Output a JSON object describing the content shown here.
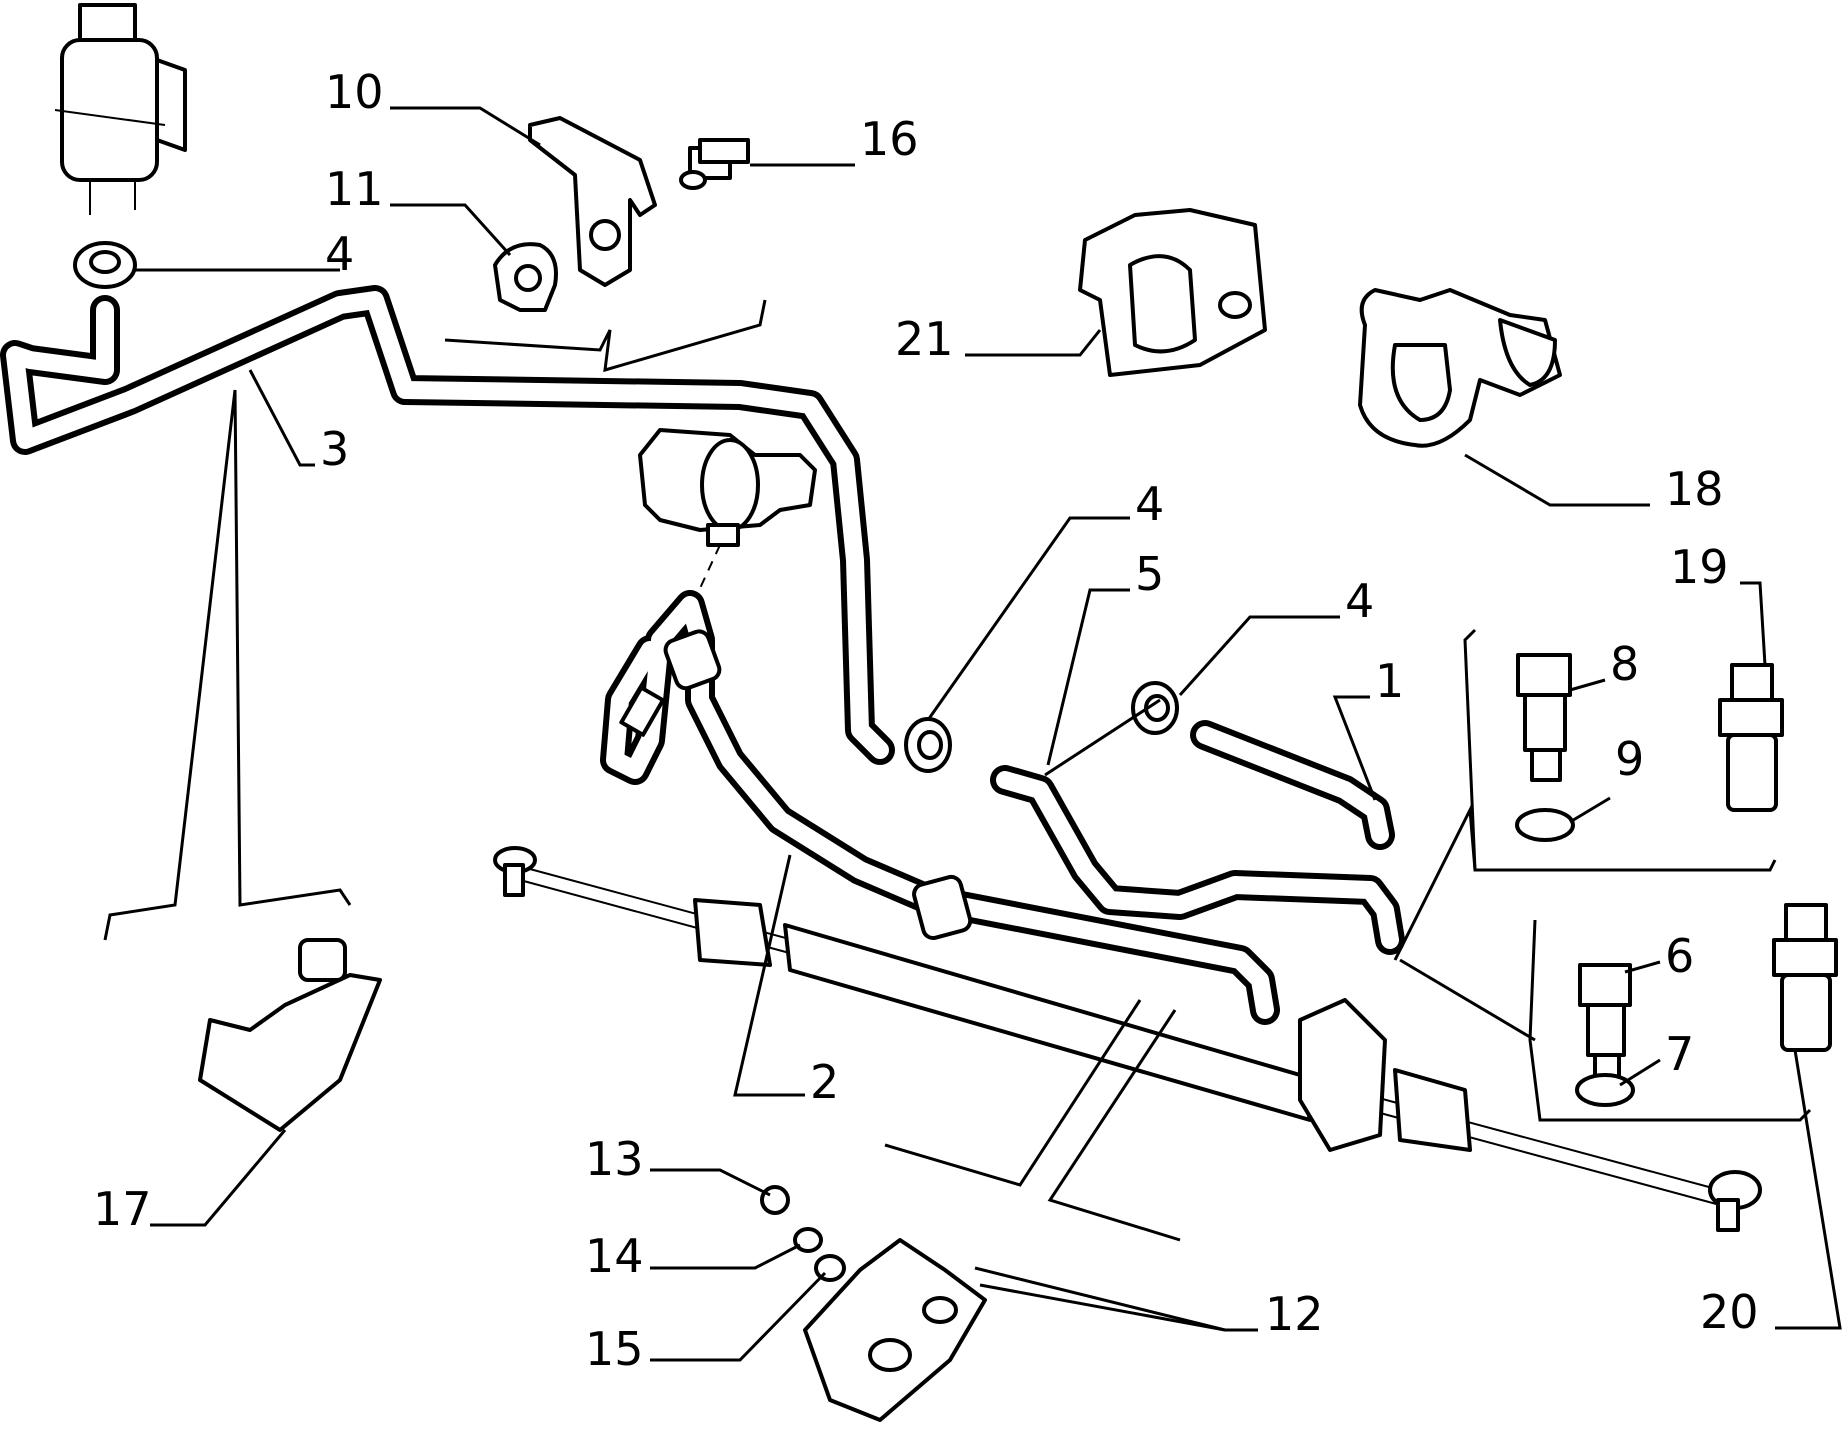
{
  "callouts": [
    {
      "id": "c1",
      "label": "1"
    },
    {
      "id": "c2",
      "label": "2"
    },
    {
      "id": "c3",
      "label": "3"
    },
    {
      "id": "c4a",
      "label": "4"
    },
    {
      "id": "c4b",
      "label": "4"
    },
    {
      "id": "c4c",
      "label": "4"
    },
    {
      "id": "c5",
      "label": "5"
    },
    {
      "id": "c6",
      "label": "6"
    },
    {
      "id": "c7",
      "label": "7"
    },
    {
      "id": "c8",
      "label": "8"
    },
    {
      "id": "c9",
      "label": "9"
    },
    {
      "id": "c10",
      "label": "10"
    },
    {
      "id": "c11",
      "label": "11"
    },
    {
      "id": "c12",
      "label": "12"
    },
    {
      "id": "c13",
      "label": "13"
    },
    {
      "id": "c14",
      "label": "14"
    },
    {
      "id": "c15",
      "label": "15"
    },
    {
      "id": "c16",
      "label": "16"
    },
    {
      "id": "c17",
      "label": "17"
    },
    {
      "id": "c18",
      "label": "18"
    },
    {
      "id": "c19",
      "label": "19"
    },
    {
      "id": "c20",
      "label": "20"
    },
    {
      "id": "c21",
      "label": "21"
    }
  ]
}
